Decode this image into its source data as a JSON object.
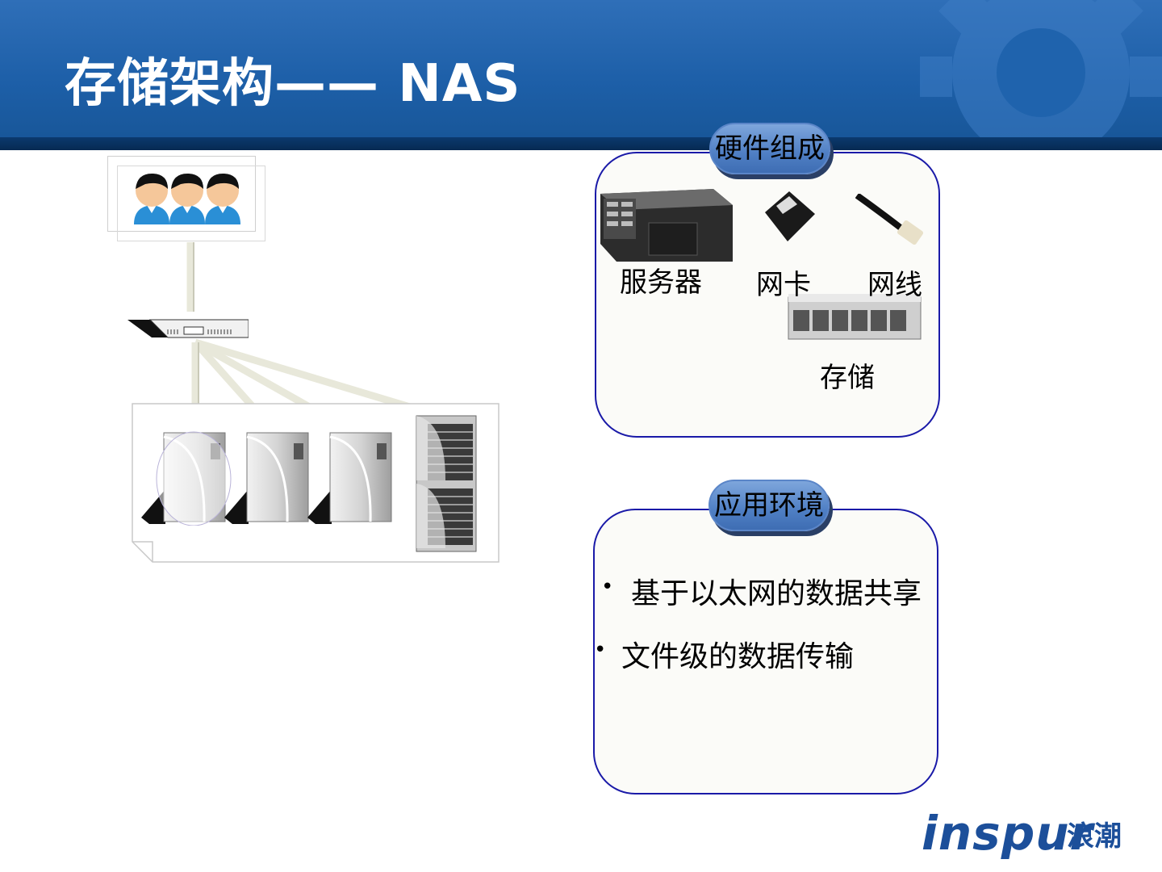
{
  "slide": {
    "title": "存储架构—— NAS"
  },
  "hardware": {
    "heading": "硬件组成",
    "items": [
      {
        "label": "服务器",
        "icon": "server-icon"
      },
      {
        "label": "网卡",
        "icon": "network-card-icon"
      },
      {
        "label": "网线",
        "icon": "network-cable-icon"
      },
      {
        "label": "存储",
        "icon": "storage-array-icon"
      }
    ]
  },
  "environment": {
    "heading": "应用环境",
    "bullets": [
      "基于以太网的数据共享",
      "文件级的数据传输"
    ]
  },
  "logo": {
    "brand": "inspur",
    "brand_cn": "浪潮"
  },
  "colors": {
    "header_blue": "#1d5fa8",
    "panel_border": "#1a1aa8",
    "pill_blue": "#4f7fc4",
    "logo_blue": "#1c4f9a"
  }
}
